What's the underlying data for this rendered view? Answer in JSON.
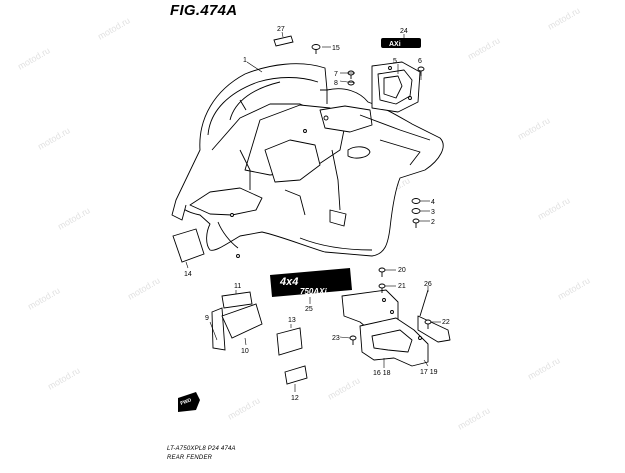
{
  "figure": {
    "title": "FIG.474A",
    "footer_line1": "LT-A750XPL8  P24  474A",
    "footer_line2": "REAR FENDER"
  },
  "watermark": "motod.ru",
  "emblems": {
    "main_4x4": "4x4",
    "main_model": "750AXi",
    "small_plate": "AXi"
  },
  "direction_marker": "FWD",
  "callouts": {
    "c1": "1",
    "c2": "2",
    "c3": "3",
    "c4": "4",
    "c5": "5",
    "c6": "6",
    "c7": "7",
    "c8": "8",
    "c9": "9",
    "c10": "10",
    "c11": "11",
    "c12": "12",
    "c13": "13",
    "c14": "14",
    "c15": "15",
    "c16_18": "16 18",
    "c17_19": "17 19",
    "c20": "20",
    "c21": "21",
    "c22": "22",
    "c23": "23",
    "c24": "24",
    "c25": "25",
    "c26": "26",
    "c27": "27"
  },
  "colors": {
    "line": "#000000",
    "watermark": "#e2e2e2",
    "paper": "#ffffff"
  }
}
